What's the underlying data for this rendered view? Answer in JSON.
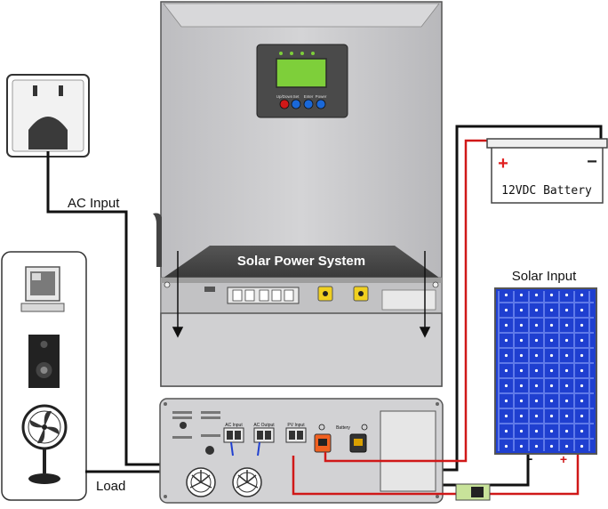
{
  "labels": {
    "ac_input": "AC Input",
    "load": "Load",
    "solar_input": "Solar Input",
    "panel_title": "Solar Power System",
    "battery": "12VDC Battery",
    "battery_plus": "+",
    "battery_minus": "−",
    "solar_minus": "-",
    "solar_plus": "+",
    "ac_input_port": "AC Input",
    "ac_output_port": "AC Output",
    "pv_port": "PV Input",
    "battery_port": "Battery",
    "lcd_btn_1": "Up/Down",
    "lcd_btn_2": "Set",
    "lcd_btn_3": "Enter",
    "lcd_btn_4": "Power"
  },
  "colors": {
    "wire_black": "#111111",
    "wire_red": "#d01818",
    "device_body": "#c9c9cb",
    "panel_blue": "#1f3fd0",
    "battery_plus": "#e02020",
    "lcd_green": "#7ecf3a",
    "terminal_yellow": "#f0d020",
    "terminal_orange": "#f06020"
  },
  "icons": [
    "wall-socket-icon",
    "computer-icon",
    "speaker-icon",
    "fan-icon",
    "fan-grille-icon",
    "switch-icon"
  ]
}
